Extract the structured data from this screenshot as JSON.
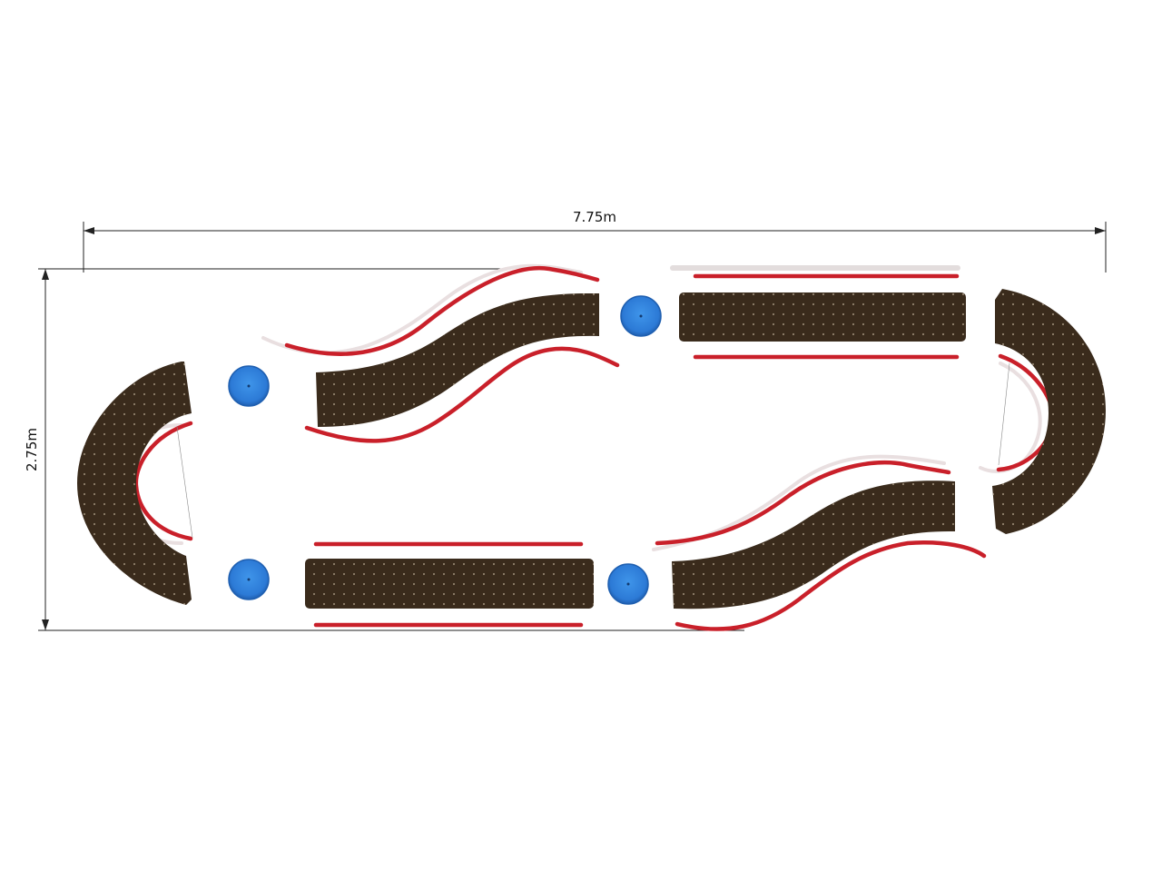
{
  "dimensions": {
    "width_label": "7.75m",
    "height_label": "2.75m"
  },
  "colors": {
    "plank": "#3a2b1c",
    "plank_dots": "#9b8b76",
    "rail": "#c9202a",
    "stepping_stone": "#2c7ad6",
    "stepping_stone_rim": "#1f5fb0"
  },
  "components": [
    "curved-plank-left",
    "s-curve-plank-top",
    "straight-plank-top",
    "curved-plank-right",
    "straight-plank-bottom",
    "s-curve-plank-bottom",
    "stepping-stone-1",
    "stepping-stone-2",
    "stepping-stone-3",
    "stepping-stone-4"
  ]
}
